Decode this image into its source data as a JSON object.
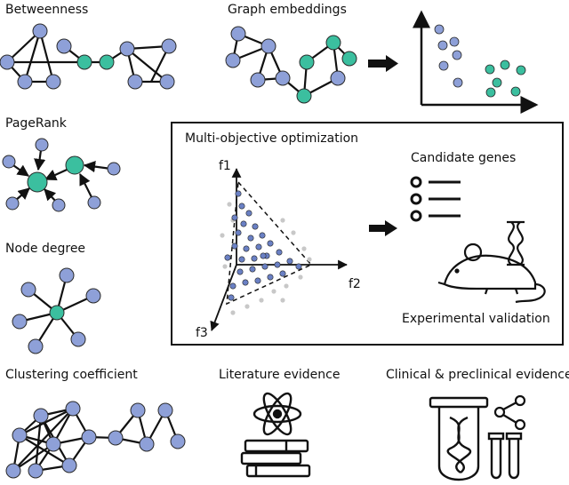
{
  "labels": {
    "betweenness": "Betweenness",
    "graph_embeddings": "Graph embeddings",
    "pagerank": "PageRank",
    "node_degree": "Node degree",
    "clustering_coefficient": "Clustering coefficient",
    "literature_evidence": "Literature evidence",
    "clinical_evidence": "Clinical & preclinical evidence",
    "multi_objective": "Multi-objective optimization",
    "candidate_genes": "Candidate genes",
    "experimental_validation": "Experimental validation",
    "axis_f1": "f1",
    "axis_f2": "f2",
    "axis_f3": "f3"
  },
  "colors": {
    "node_blue": "#8ea0d8",
    "node_teal": "#3bbf9f",
    "edge": "#111111",
    "scatter_gray": "#c8c8c8"
  },
  "icons": [
    "arrow-icon",
    "gene-list-icon",
    "mouse-dna-icon",
    "atom-books-icon",
    "test-tube-dna-icon",
    "share-icon"
  ]
}
